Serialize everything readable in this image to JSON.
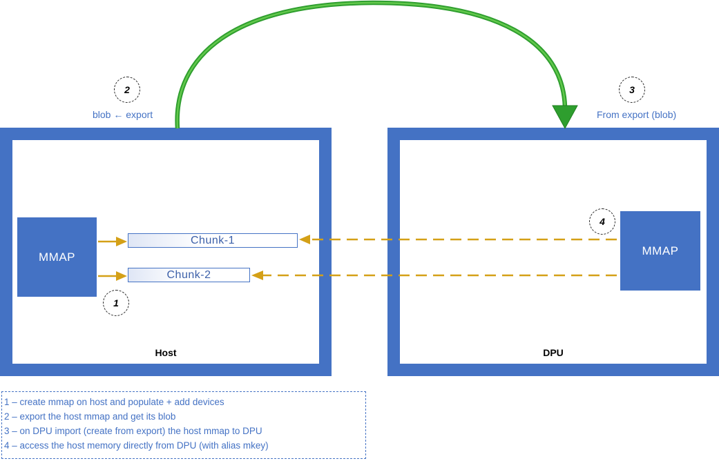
{
  "host": {
    "label": "Host",
    "mmap_label": "MMAP",
    "chunks": [
      "Chunk-1",
      "Chunk-2"
    ]
  },
  "dpu": {
    "label": "DPU",
    "mmap_label": "MMAP"
  },
  "steps": {
    "one": "1",
    "two": "2",
    "three": "3",
    "four": "4"
  },
  "captions": {
    "blob_export": "blob ← export",
    "from_export": "From export (blob)"
  },
  "legend": [
    "1 – create mmap on host and populate + add devices",
    "2 – export the host mmap and get its blob",
    "3 – on DPU import (create from export) the host mmap to DPU",
    "4 – access the host memory directly from DPU (with alias mkey)"
  ],
  "colors": {
    "box_blue": "#4472c4",
    "arrow_gold": "#d4a017",
    "transfer_green": "#3cae3c"
  }
}
